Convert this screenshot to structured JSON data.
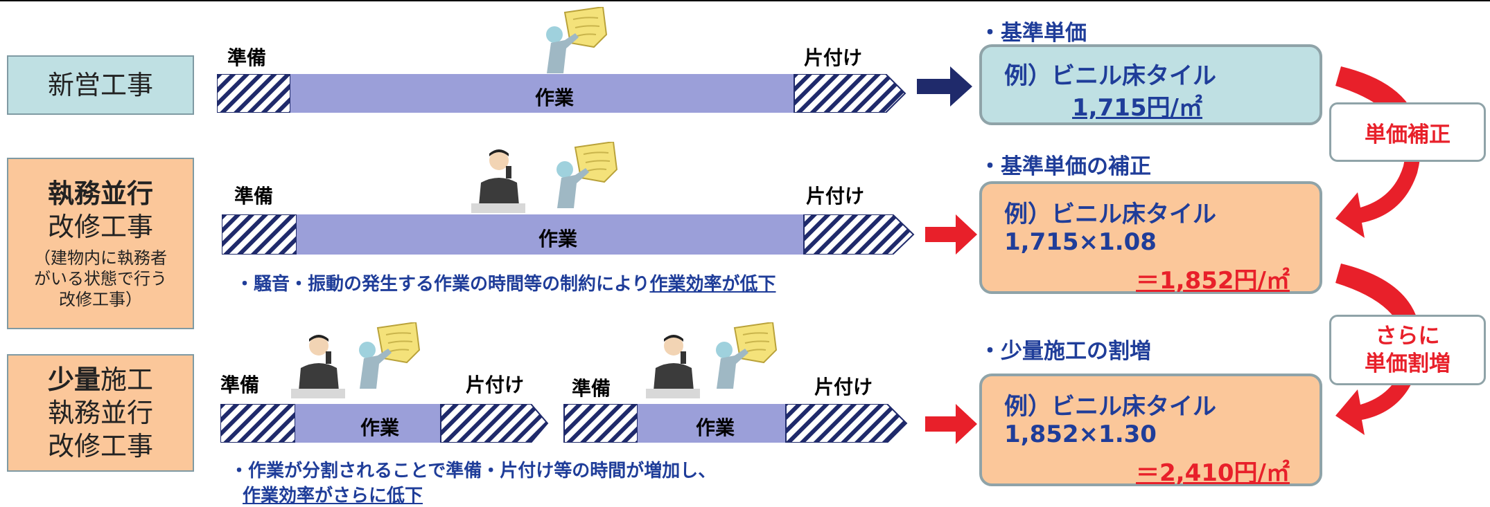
{
  "rows": [
    {
      "label_lines": [
        {
          "text": "新営工事",
          "bold": false
        }
      ],
      "note": ""
    },
    {
      "label_lines": [
        {
          "text": "執務並行",
          "bold": true
        },
        {
          "text": "改修工事",
          "bold": false
        }
      ],
      "label_small": [
        "（建物内に執務者",
        "がいる状態で行う",
        "改修工事）"
      ],
      "note_prefix": "・騒音・振動の発生する作業の時間等の制約により",
      "note_underlined": "作業効率が低下"
    },
    {
      "label_line1_bold": "少量",
      "label_line1_rest": "施工",
      "label_line2": "執務並行",
      "label_line3": "改修工事",
      "note_line1": "・作業が分割されることで準備・片付け等の時間が増加し、",
      "note_line2": "作業効率がさらに低下"
    }
  ],
  "stages": {
    "prep": "準備",
    "work": "作業",
    "cleanup": "片付け"
  },
  "results": [
    {
      "title": "・基準単価",
      "line1": "例）ビニル床タイル",
      "line2": "1,715円/㎡"
    },
    {
      "title": "・基準単価の補正",
      "line1": "例）ビニル床タイル",
      "line2": "1,715×1.08",
      "line3": "＝1,852円/㎡"
    },
    {
      "title": "・少量施工の割増",
      "line1": "例）ビニル床タイル",
      "line2": "1,852×1.30",
      "line3": "＝2,410円/㎡"
    }
  ],
  "side_labels": {
    "first": "単価補正",
    "second_line1": "さらに",
    "second_line2": "単価割増"
  },
  "colors": {
    "work_bar": "#9b9fd9",
    "hatch": "#1f2a6b",
    "navy_arrow": "#1f2a6b",
    "red_arrow": "#e8202a",
    "teal_box": "#bfe0e3",
    "orange_box": "#fbc79a",
    "text_blue": "#1f3d99"
  }
}
